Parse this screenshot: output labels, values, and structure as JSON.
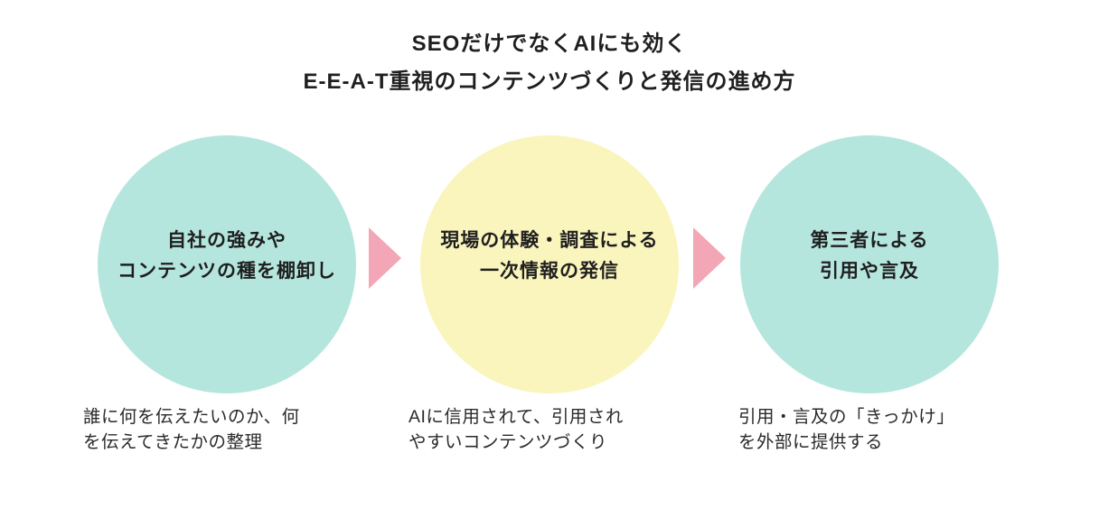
{
  "title": {
    "line1": "SEOだけでなくAIにも効く",
    "line2": "E-E-A-T重視のコンテンツづくりと発信の進め方"
  },
  "colors": {
    "circle_teal": "#b5e6de",
    "circle_yellow": "#faf5bd",
    "arrow_pink": "#f3a6b5",
    "text_dark": "#1f1f1f"
  },
  "steps": [
    {
      "circle_color": "teal",
      "circle_text": {
        "line1": "自社の強みや",
        "line2": "コンテンツの種を棚卸し"
      },
      "caption": {
        "line1": "誰に何を伝えたいのか、何",
        "line2": "を伝えてきたかの整理"
      }
    },
    {
      "circle_color": "yellow",
      "circle_text": {
        "line1": "現場の体験・調査による",
        "line2": "一次情報の発信"
      },
      "caption": {
        "line1": "AIに信用されて、引用され",
        "line2": "やすいコンテンツづくり"
      }
    },
    {
      "circle_color": "teal",
      "circle_text": {
        "line1": "第三者による",
        "line2": "引用や言及"
      },
      "caption": {
        "line1": "引用・言及の「きっかけ」",
        "line2": "を外部に提供する"
      }
    }
  ]
}
